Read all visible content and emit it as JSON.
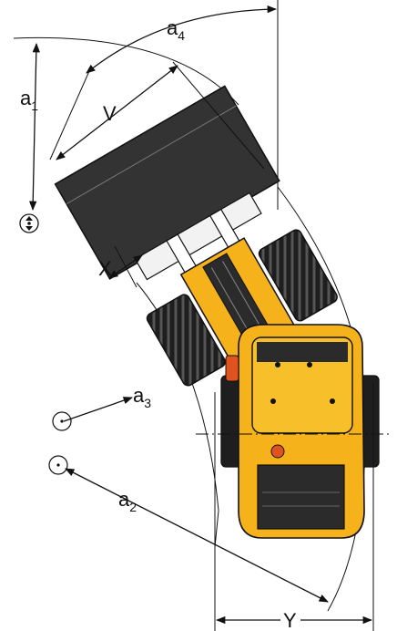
{
  "labels": {
    "a1": {
      "base": "a",
      "sub": "1"
    },
    "a2": {
      "base": "a",
      "sub": "2"
    },
    "a3": {
      "base": "a",
      "sub": "3"
    },
    "a4": {
      "base": "a",
      "sub": "4"
    },
    "V": "V",
    "X": "X",
    "Y": "Y"
  },
  "colors": {
    "machine_yellow": "#f5b21b",
    "machine_dark": "#2b2b2b",
    "tire": "#1e1e1e",
    "bucket": "#333333",
    "outline": "#111111",
    "beacon": "#e0531f"
  }
}
